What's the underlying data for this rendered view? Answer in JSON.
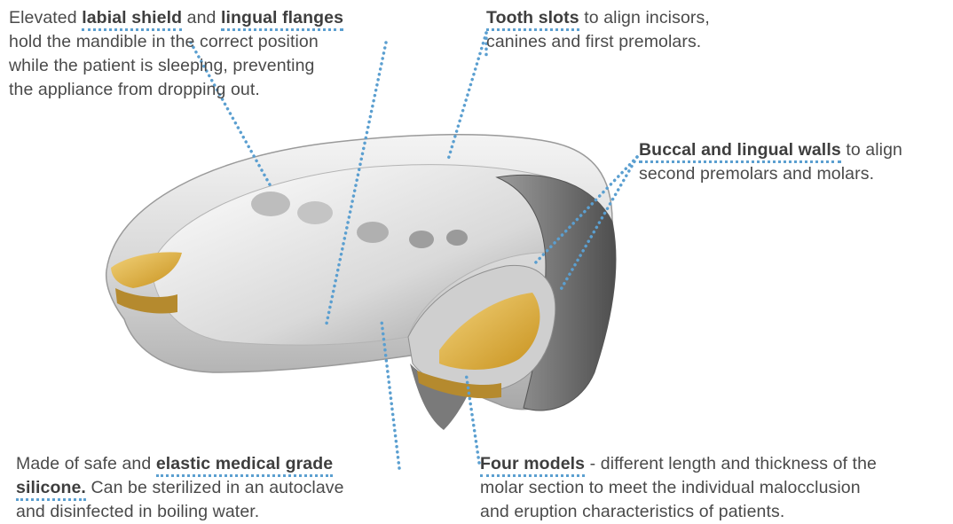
{
  "callouts": {
    "top_left": {
      "pre": "Elevated ",
      "b1": "labial shield",
      "mid": " and ",
      "b2": "lingual flanges",
      "l2": "hold the mandible in the correct position",
      "l3": "while the patient is sleeping, preventing",
      "l4": "the appliance from dropping out."
    },
    "top_right": {
      "b1": "Tooth slots",
      "rest": " to align incisors,",
      "l2": "canines and first premolars."
    },
    "mid_right": {
      "b1": "Buccal and lingual walls",
      "rest": " to align",
      "l2": "second premolars and molars."
    },
    "bottom_left": {
      "pre": "Made of safe and ",
      "b1": "elastic medical grade",
      "b2": "silicone.",
      "rest2": " Can be sterilized in an autoclave",
      "l3": "and disinfected in boiling water."
    },
    "bottom_right": {
      "b1": "Four models",
      "rest": " - different length and thickness of the",
      "l2": "molar section to meet the individual malocclusion",
      "l3": "and eruption characteristics of patients."
    }
  },
  "colors": {
    "leader": "#5b9fd0",
    "silicone_light": "#ececec",
    "silicone_mid": "#c6c6c6",
    "silicone_dark": "#6e6e6e",
    "insert_gold": "#e4b43c"
  }
}
